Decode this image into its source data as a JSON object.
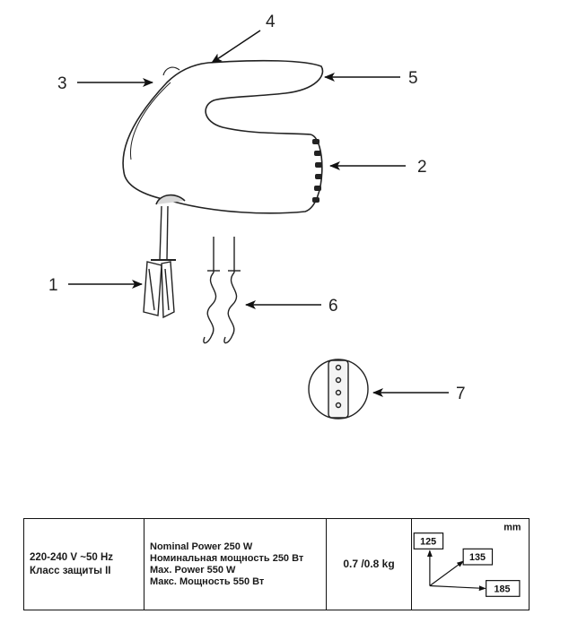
{
  "callouts": [
    "1",
    "2",
    "3",
    "4",
    "5",
    "6",
    "7"
  ],
  "spec_table": {
    "voltage_line1": "220-240 V ~50 Hz",
    "voltage_line2": "Класс защиты II",
    "power_lines": [
      "Nominal Power 250  W",
      "Номинальная мощность 250 Вт",
      "Max. Power  550  W",
      "Макс. Мощность 550 Вт"
    ],
    "weight": "0.7 /0.8 kg",
    "dims_unit": "mm",
    "dims": [
      "125",
      "135",
      "185"
    ]
  }
}
